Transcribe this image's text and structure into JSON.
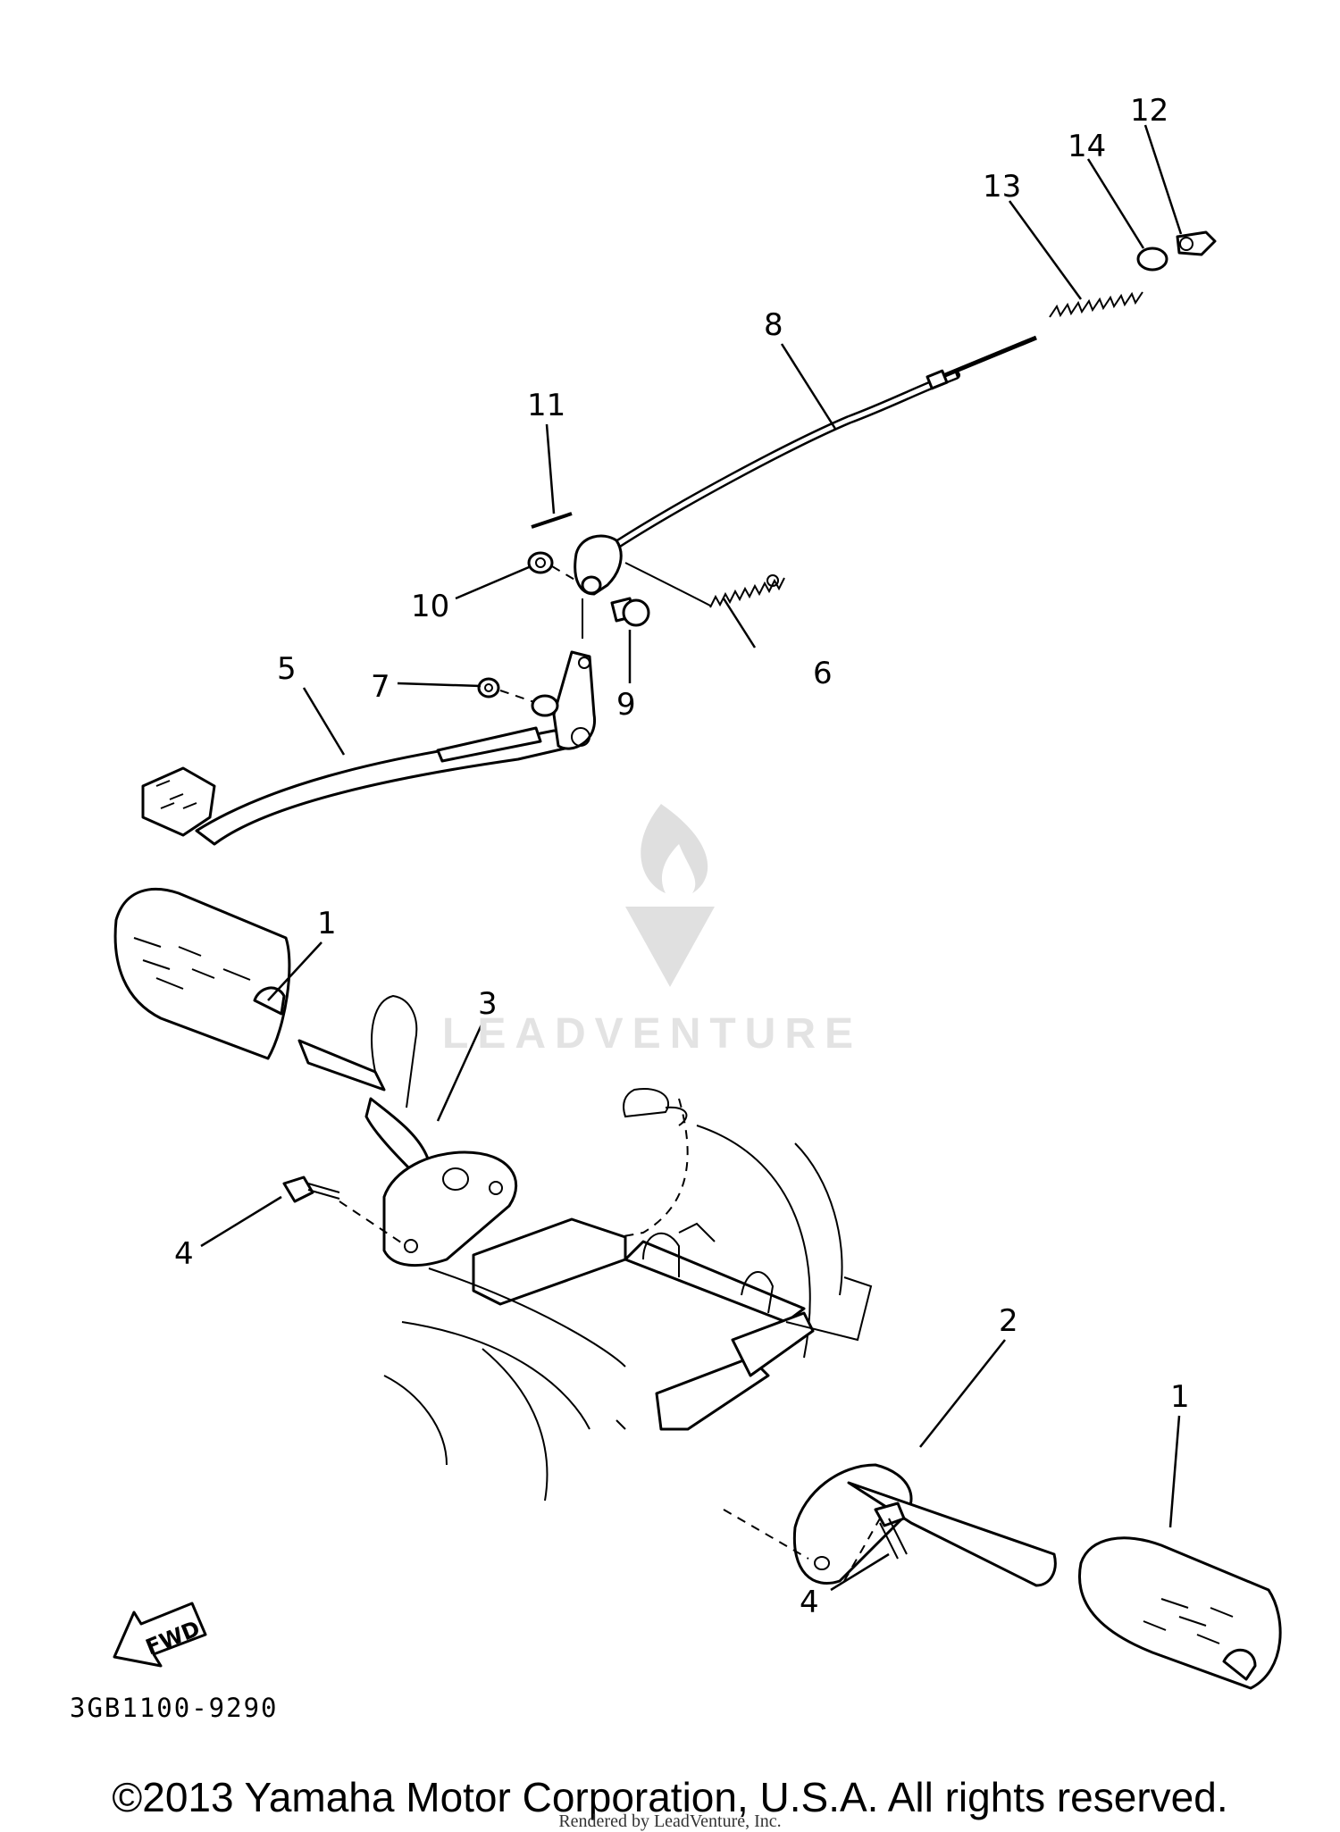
{
  "callouts": {
    "c1a": "1",
    "c1b": "1",
    "c2": "2",
    "c3": "3",
    "c4a": "4",
    "c4b": "4",
    "c5": "5",
    "c6": "6",
    "c7": "7",
    "c8": "8",
    "c9": "9",
    "c10": "10",
    "c11": "11",
    "c12": "12",
    "c13": "13",
    "c14": "14"
  },
  "fwd_label": "FWD",
  "diagram_code": "3GB1100-9290",
  "watermark": "LEADVENTURE",
  "copyright": "©2013 Yamaha Motor Corporation, U.S.A. All rights reserved.",
  "rendered_by": "Rendered by LeadVenture, Inc."
}
